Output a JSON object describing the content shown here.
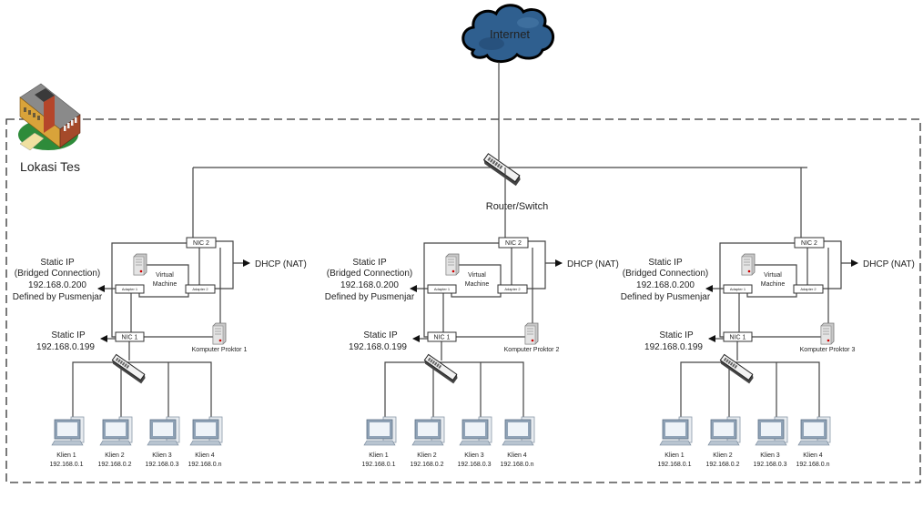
{
  "internet": {
    "label": "Internet",
    "icon": "cloud-icon",
    "color": "#2f5f8f"
  },
  "site": {
    "label": "Lokasi Tes",
    "icon": "building-icon"
  },
  "router": {
    "label": "Router/Switch",
    "icon": "switch-icon"
  },
  "clusters": [
    {
      "nic2": "NIC 2",
      "nic1": "NIC 1",
      "adapter1": "Adapter 1",
      "adapter2": "Adapter 2",
      "vm": [
        "Virtual",
        "Machine"
      ],
      "dhcp": "DHCP (NAT)",
      "bridged": [
        "Static IP",
        "(Bridged Connection)",
        "192.168.0.200",
        "Defined by Pusmenjar"
      ],
      "static": [
        "Static IP",
        "192.168.0.199"
      ],
      "proktor": "Komputer Proktor 1",
      "clients": [
        {
          "name": "Klien 1",
          "ip": "192.168.0.1"
        },
        {
          "name": "Klien 2",
          "ip": "192.168.0.2"
        },
        {
          "name": "Klien 3",
          "ip": "192.168.0.3"
        },
        {
          "name": "Klien 4",
          "ip": "192.168.0.n"
        }
      ]
    },
    {
      "nic2": "NIC 2",
      "nic1": "NIC 1",
      "adapter1": "Adapter 1",
      "adapter2": "Adapter 2",
      "vm": [
        "Virtual",
        "Machine"
      ],
      "dhcp": "DHCP (NAT)",
      "bridged": [
        "Static IP",
        "(Bridged Connection)",
        "192.168.0.200",
        "Defined by Pusmenjar"
      ],
      "static": [
        "Static IP",
        "192.168.0.199"
      ],
      "proktor": "Komputer Proktor 2",
      "clients": [
        {
          "name": "Klien 1",
          "ip": "192.168.0.1"
        },
        {
          "name": "Klien 2",
          "ip": "192.168.0.2"
        },
        {
          "name": "Klien 3",
          "ip": "192.168.0.3"
        },
        {
          "name": "Klien 4",
          "ip": "192.168.0.n"
        }
      ]
    },
    {
      "nic2": "NIC 2",
      "nic1": "NIC 1",
      "adapter1": "Adapter 1",
      "adapter2": "Adapter 2",
      "vm": [
        "Virtual",
        "Machine"
      ],
      "dhcp": "DHCP (NAT)",
      "bridged": [
        "Static IP",
        "(Bridged Connection)",
        "192.168.0.200",
        "Defined by Pusmenjar"
      ],
      "static": [
        "Static IP",
        "192.168.0.199"
      ],
      "proktor": "Komputer Proktor 3",
      "clients": [
        {
          "name": "Klien 1",
          "ip": "192.168.0.1"
        },
        {
          "name": "Klien 2",
          "ip": "192.168.0.2"
        },
        {
          "name": "Klien 3",
          "ip": "192.168.0.3"
        },
        {
          "name": "Klien 4",
          "ip": "192.168.0.n"
        }
      ]
    }
  ]
}
